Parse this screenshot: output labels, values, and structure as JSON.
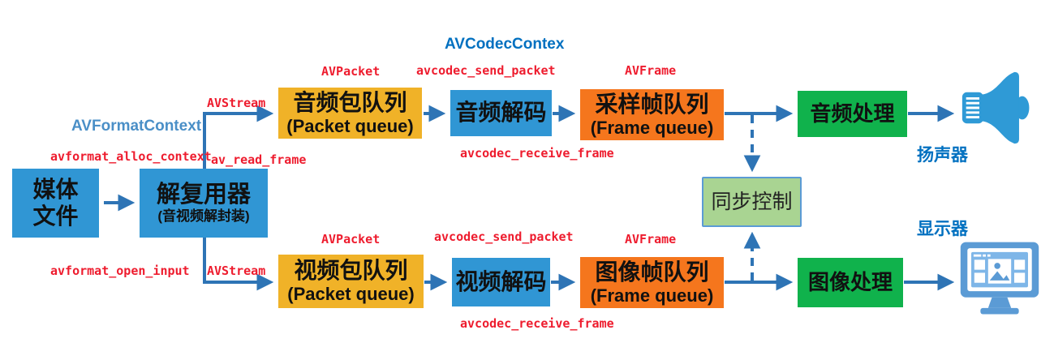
{
  "nodes": {
    "media_file": {
      "line1": "媒体",
      "line2": "文件"
    },
    "demuxer": {
      "title": "解复用器",
      "subtitle": "(音视频解封装)"
    },
    "audio_packet_queue": {
      "title": "音频包队列",
      "subtitle": "(Packet queue)"
    },
    "audio_decode": {
      "title": "音频解码"
    },
    "sample_frame_queue": {
      "title": "采样帧队列",
      "subtitle": "(Frame queue)"
    },
    "audio_process": {
      "title": "音频处理"
    },
    "video_packet_queue": {
      "title": "视频包队列",
      "subtitle": "(Packet queue)"
    },
    "video_decode": {
      "title": "视频解码"
    },
    "image_frame_queue": {
      "title": "图像帧队列",
      "subtitle": "(Frame queue)"
    },
    "image_process": {
      "title": "图像处理"
    },
    "sync_control": {
      "title": "同步控制"
    }
  },
  "annotations": {
    "avformat_context": "AVFormatContext",
    "avformat_alloc_context": "avformat_alloc_context",
    "avformat_open_input": "avformat_open_input",
    "av_read_frame": "av_read_frame",
    "avstream_top": "AVStream",
    "avstream_bottom": "AVStream",
    "avcodec_contex": "AVCodecContex",
    "avpacket_top": "AVPacket",
    "avpacket_bottom": "AVPacket",
    "avcodec_send_packet_top": "avcodec_send_packet",
    "avcodec_send_packet_bottom": "avcodec_send_packet",
    "avcodec_receive_frame_top": "avcodec_receive_frame",
    "avcodec_receive_frame_bottom": "avcodec_receive_frame",
    "avframe_top": "AVFrame",
    "avframe_bottom": "AVFrame",
    "speaker_label": "扬声器",
    "display_label": "显示器"
  },
  "icons": {
    "speaker": "speaker-icon",
    "monitor": "monitor-icon"
  },
  "colors": {
    "blue_box": "#3096D4",
    "yellow_box": "#F0B228",
    "orange_box": "#F5761D",
    "green_box": "#10B24C",
    "sync_fill": "#A9D492",
    "sync_border": "#5B9BD5",
    "arrow": "#2E74B5",
    "red_text": "#EE1C2E",
    "blue_text_muted": "#4A8FC7",
    "blue_text_bright": "#0070C0",
    "speaker_icon_blue": "#2F9AD6",
    "monitor_icon_blue": "#5B9BD5"
  }
}
